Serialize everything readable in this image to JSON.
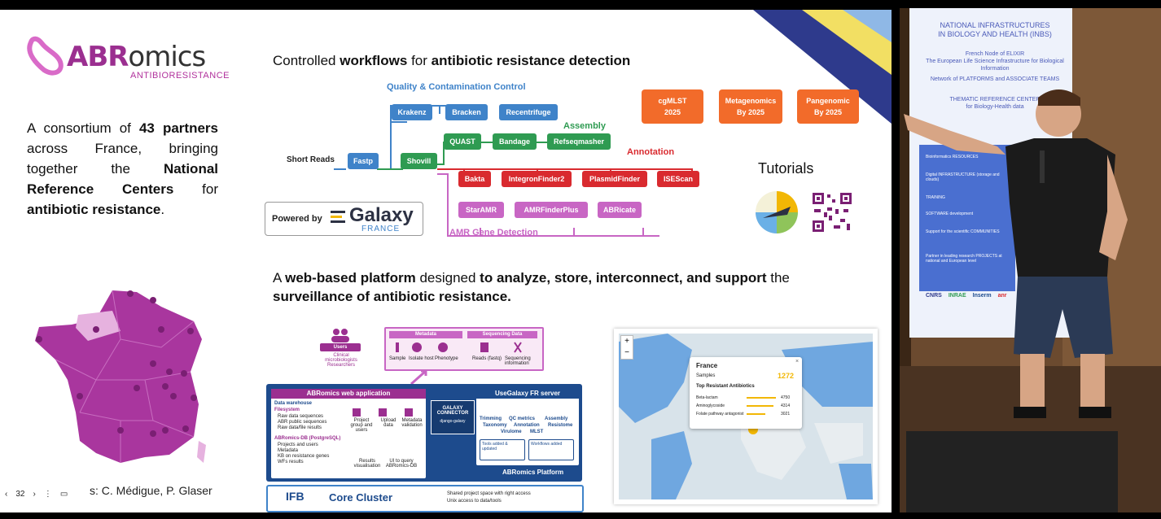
{
  "logo": {
    "name_bold": "ABR",
    "name_rest": "omics",
    "subtitle": "ANTIBIORESISTANCE"
  },
  "intro": {
    "p1": "A consortium of ",
    "n": "43",
    "p2": " partners across France, bringing together the ",
    "b2": "National Reference Centers",
    "p3": " for ",
    "b3": "antibiotic resistance",
    "p4": "."
  },
  "workflows": {
    "title_pre": "Controlled ",
    "title_b1": "workflows",
    "title_mid": " for ",
    "title_b2": "antibiotic resistance detection",
    "qc_label": "Quality & Contamination Control",
    "assembly_label": "Assembly",
    "annotation_label": "Annotation",
    "amr_label": "AMR Gene Detection",
    "input_label": "Short Reads",
    "tools": {
      "fastp": "Fastp",
      "shovill": "Shovill",
      "krakenz": "Krakenz",
      "bracken": "Bracken",
      "recentrifuge": "Recentrifuge",
      "quast": "QUAST",
      "bandage": "Bandage",
      "refseqmasher": "Refseqmasher",
      "bakta": "Bakta",
      "integronfinder": "IntegronFinder2",
      "plasmidfinder": "PlasmidFinder",
      "isescan": "ISEScan",
      "staramr": "StarAMR",
      "amrfinderplus": "AMRFinderPlus",
      "abricate": "ABRicate"
    },
    "powered_by": "Powered by",
    "galaxy": "Galaxy",
    "galaxy_sub": "FRANCE"
  },
  "roadmap": [
    {
      "line1": "cgMLST",
      "line2": "2025"
    },
    {
      "line1": "Metagenomics",
      "line2": "By 2025"
    },
    {
      "line1": "Pangenomic",
      "line2": "By 2025"
    }
  ],
  "tutorials": "Tutorials",
  "platform": {
    "pre": "A ",
    "b1": "web-based platform",
    "mid": " designed ",
    "b2": "to analyze, store, interconnect, and support",
    "post": " the",
    "line2": "surveillance of antibiotic resistance."
  },
  "diagram": {
    "users": "Users",
    "users_sub": "Clinical microbiologists Researchers",
    "metadata": "Metadata",
    "meta_items": [
      "Sample",
      "Isolate host",
      "Phenotype"
    ],
    "seq_data": "Sequencing Data",
    "seq_items": [
      "Reads (fastq)",
      "Sequencing information"
    ],
    "webapp": "ABRomics web application",
    "warehouse": "Data warehouse",
    "filesystem": "Filesystem",
    "fs_items": [
      "Raw data sequences",
      "ABR public sequences",
      "Raw data/file results"
    ],
    "actions": [
      "Project group and users",
      "Upload data",
      "Metadata validation"
    ],
    "db": "ABRomics-DB (PostgreSQL)",
    "db_items": [
      "Projects and users",
      "Metadata",
      "KB on resistance genes",
      "WFs results"
    ],
    "results": [
      "Results visualisation",
      "UI to query ABRomics-DB"
    ],
    "connector": "GALAXY CONNECTOR",
    "connector_sub": "django-galaxy",
    "server": "UseGalaxy FR server",
    "server_items": [
      "Trimming",
      "QC metrics",
      "Assembly",
      "Taxonomy",
      "Annotation",
      "Resistome",
      "Virulome",
      "MLST"
    ],
    "tools_added": "Tools added & updated",
    "wf_added": "Workflows added",
    "platform_label": "ABRomics Platform",
    "ifb": "IFB",
    "core_cluster": "Core Cluster",
    "cluster_items": [
      "Shared project space with right access",
      "Unix access to data/tools"
    ]
  },
  "map_popup": {
    "plus": "+",
    "minus": "−",
    "close": "×",
    "country": "France",
    "samples_label": "Samples",
    "samples_value": "1272",
    "top_label": "Top Resistant Antibiotics",
    "rows": [
      {
        "name": "Beta-lactam",
        "value": "4750"
      },
      {
        "name": "Aminoglycoside",
        "value": "4314"
      },
      {
        "name": "Folate pathway antagonist",
        "value": "3021"
      }
    ]
  },
  "credits": "s: C. Médigue, P. Glaser",
  "controls": {
    "page": "32"
  },
  "banner": {
    "title1": "NATIONAL INFRASTRUCTURES",
    "title2": "IN BIOLOGY AND HEALTH (INBS)",
    "elixir": "French Node of ELIXIR",
    "elixir_sub": "The European Life Science Infrastructure for Biological Information",
    "network": "Network of PLATFORMS and ASSOCIATE TEAMS",
    "thematic": "THEMATIC REFERENCE CENTER",
    "thematic_sub": "for Biology-Health data",
    "items": [
      "Bioinformatics RESOURCES",
      "Digital INFRASTRUCTURE (storage and clouds)",
      "TRAINING",
      "SOFTWARE development",
      "Support for the scientific COMMUNITIES",
      "Partner in leading research PROJECTS at national and European level"
    ],
    "partners": [
      "CNRS",
      "INRAE",
      "Inserm",
      "anr"
    ]
  },
  "colors": {
    "accent": "#9b2f90",
    "blue": "#3f83c9",
    "green": "#2f9b52",
    "red": "#d92a2f",
    "pink": "#c866c4",
    "orange": "#f26b2a"
  }
}
